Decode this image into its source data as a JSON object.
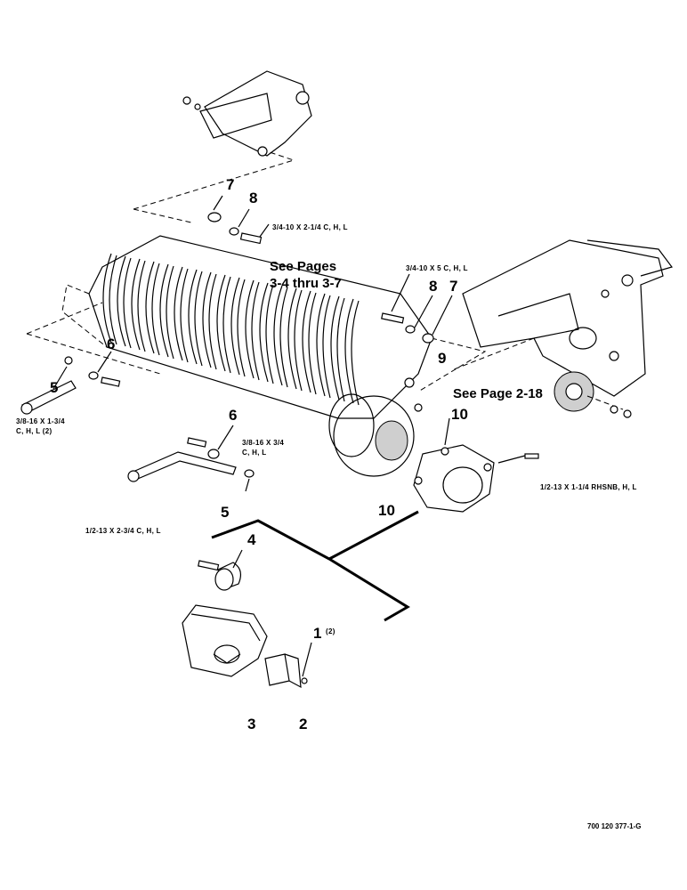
{
  "callouts": {
    "c7_top": "7",
    "c8_top": "8",
    "c6_left": "6",
    "c5_left": "5",
    "c8_right": "8",
    "c7_right": "7",
    "c9": "9",
    "c10_top": "10",
    "c6_mid": "6",
    "c5_mid": "5",
    "c10_bottom": "10",
    "c4": "4",
    "c1": "1",
    "c1_qty": "(2)",
    "c3": "3",
    "c2": "2"
  },
  "hardware": {
    "bolt_top": "3/4-10 X 2-1/4 C, H, L",
    "bolt_right": "3/4-10 X 5 C, H, L",
    "bolt_left_line1": "3/8-16 X 1-3/4",
    "bolt_left_line2": "C, H, L (2)",
    "bolt_mid_line1": "3/8-16 X 3/4",
    "bolt_mid_line2": "C, H, L",
    "bolt_shield": "1/2-13 X 1-1/4 RHSNB, H, L",
    "bolt_guard": "1/2-13 X 2-3/4 C, H, L"
  },
  "references": {
    "see_pages_line1": "See Pages",
    "see_pages_line2": "3-4 thru 3-7",
    "see_page": "See Page 2-18"
  },
  "drawing_number": "700 120 377-1-G"
}
